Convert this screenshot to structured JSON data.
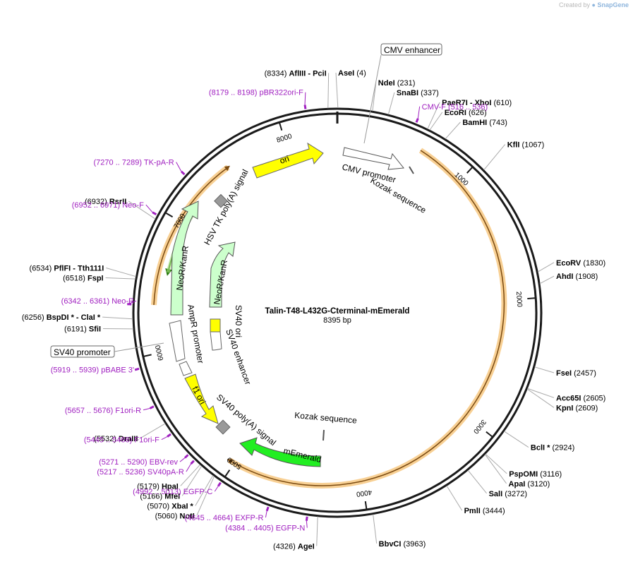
{
  "branding": {
    "prefix": "Created by",
    "product": "SnapGene"
  },
  "plasmid": {
    "name": "Talin-T48-L432G-Cterminal-mEmerald",
    "length_label": "8395 bp",
    "length_bp": 8395
  },
  "colors": {
    "backbone": "#1a1a1a",
    "primer": "#a020c0",
    "enzyme_text": "#000000",
    "feature_orange": "#f0a030",
    "feature_yellow": "#ffff00",
    "feature_green": "#22ee22",
    "feature_lightgreen": "#ccffcc",
    "feature_white": "#ffffff",
    "feature_grey": "#999999"
  },
  "ticks": [
    {
      "label": "1000",
      "bp": 1000
    },
    {
      "label": "2000",
      "bp": 2000
    },
    {
      "label": "3000",
      "bp": 3000
    },
    {
      "label": "4000",
      "bp": 4000
    },
    {
      "label": "5000",
      "bp": 5000
    },
    {
      "label": "6000",
      "bp": 6000
    },
    {
      "label": "7000",
      "bp": 7000
    },
    {
      "label": "8000",
      "bp": 8000
    }
  ],
  "enzymes": [
    {
      "name": "AseI",
      "pos": "(4)",
      "bp": 4
    },
    {
      "name": "NdeI",
      "pos": "(231)",
      "bp": 231
    },
    {
      "name": "SnaBI",
      "pos": "(337)",
      "bp": 337
    },
    {
      "name": "PaeR7I - XhoI",
      "pos": "(610)",
      "bp": 610
    },
    {
      "name": "EcoRI",
      "pos": "(626)",
      "bp": 626
    },
    {
      "name": "BamHI",
      "pos": "(743)",
      "bp": 743
    },
    {
      "name": "KflI",
      "pos": "(1067)",
      "bp": 1067
    },
    {
      "name": "EcoRV",
      "pos": "(1830)",
      "bp": 1830
    },
    {
      "name": "AhdI",
      "pos": "(1908)",
      "bp": 1908
    },
    {
      "name": "FseI",
      "pos": "(2457)",
      "bp": 2457
    },
    {
      "name": "Acc65I",
      "pos": "(2605)",
      "bp": 2605
    },
    {
      "name": "KpnI",
      "pos": "(2609)",
      "bp": 2609
    },
    {
      "name": "BclI *",
      "pos": "(2924)",
      "bp": 2924
    },
    {
      "name": "PspOMI",
      "pos": "(3116)",
      "bp": 3116
    },
    {
      "name": "ApaI",
      "pos": "(3120)",
      "bp": 3120
    },
    {
      "name": "SalI",
      "pos": "(3272)",
      "bp": 3272
    },
    {
      "name": "PmlI",
      "pos": "(3444)",
      "bp": 3444
    },
    {
      "name": "BbvCI",
      "pos": "(3963)",
      "bp": 3963
    },
    {
      "name": "AgeI",
      "pos": "(4326)",
      "bp": 4326
    },
    {
      "name": "NotI",
      "pos": "(5060)",
      "bp": 5060
    },
    {
      "name": "XbaI *",
      "pos": "(5070)",
      "bp": 5070
    },
    {
      "name": "MfeI",
      "pos": "(5166)",
      "bp": 5166
    },
    {
      "name": "HpaI",
      "pos": "(5179)",
      "bp": 5179
    },
    {
      "name": "DraIII",
      "pos": "(5532)",
      "bp": 5532
    },
    {
      "name": "SfiI",
      "pos": "(6191)",
      "bp": 6191
    },
    {
      "name": "BspDI * - ClaI *",
      "pos": "(6256)",
      "bp": 6256
    },
    {
      "name": "FspI",
      "pos": "(6518)",
      "bp": 6518
    },
    {
      "name": "PflFI - Tth111I",
      "pos": "(6534)",
      "bp": 6534
    },
    {
      "name": "RsrII",
      "pos": "(6932)",
      "bp": 6932
    },
    {
      "name": "AflIII - PciI",
      "pos": "(8334)",
      "bp": 8334
    }
  ],
  "primers": [
    {
      "name": "pBR322ori-F",
      "range": "(8179 .. 8198)",
      "bp": 8188
    },
    {
      "name": "CMV-F",
      "range": "(516 .. 536)",
      "bp": 526
    },
    {
      "name": "EGFP-N",
      "range": "(4384 .. 4405)",
      "bp": 4394
    },
    {
      "name": "EXFP-R",
      "range": "(4645 .. 4664)",
      "bp": 4654
    },
    {
      "name": "EGFP-C",
      "range": "(4992 .. 5013)",
      "bp": 5002
    },
    {
      "name": "SV40pA-R",
      "range": "(5217 .. 5236)",
      "bp": 5226
    },
    {
      "name": "EBV-rev",
      "range": "(5271 .. 5290)",
      "bp": 5280
    },
    {
      "name": "F1ori-F",
      "range": "(5445 .. 5466)",
      "bp": 5455
    },
    {
      "name": "F1ori-R",
      "range": "(5657 .. 5676)",
      "bp": 5666
    },
    {
      "name": "pBABE 3'",
      "range": "(5919 .. 5939)",
      "bp": 5929
    },
    {
      "name": "Neo-R",
      "range": "(6342 .. 6361)",
      "bp": 6351
    },
    {
      "name": "Neo-F",
      "range": "(6952 .. 6971)",
      "bp": 6961
    },
    {
      "name": "TK-pA-R",
      "range": "(7270 .. 7289)",
      "bp": 7279
    }
  ],
  "boxed_features": [
    {
      "name": "CMV enhancer"
    },
    {
      "name": "SV40 promoter"
    }
  ],
  "features": [
    {
      "name": "CMV promoter"
    },
    {
      "name": "Kozak sequence",
      "id": "kozak1"
    },
    {
      "name": "ori"
    },
    {
      "name": "HSV TK poly(A) signal"
    },
    {
      "name": "NeoR/KanR",
      "id": "neo_outer"
    },
    {
      "name": "NeoR/KanR",
      "id": "neo_inner"
    },
    {
      "name": "SV40 ori"
    },
    {
      "name": "SV40 enhancer"
    },
    {
      "name": "AmpR promoter"
    },
    {
      "name": "f1 ori"
    },
    {
      "name": "SV40 poly(A) signal"
    },
    {
      "name": "Kozak sequence",
      "id": "kozak2"
    },
    {
      "name": "mEmerald"
    }
  ]
}
